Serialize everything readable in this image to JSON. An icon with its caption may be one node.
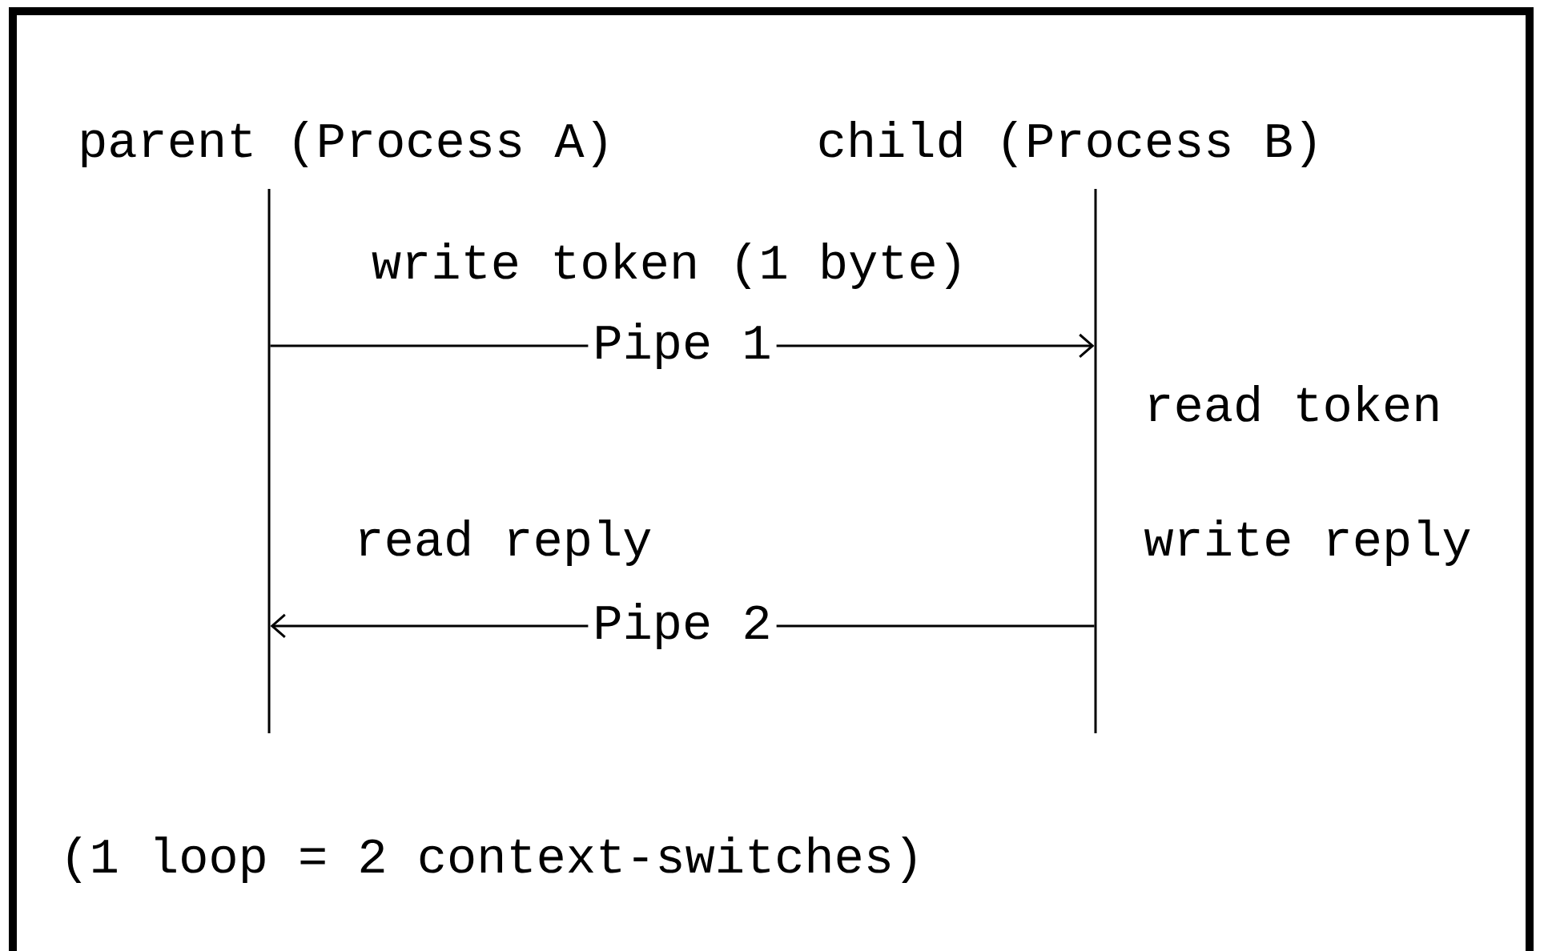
{
  "diagram": {
    "nodes": [
      {
        "text": [
          "parent (Process A)"
        ]
      },
      {
        "text": [
          "child (Process B)"
        ]
      },
      {
        "text": [],
        "shape": "bar"
      },
      {
        "text": [],
        "shape": "bar"
      }
    ],
    "edges": [
      {
        "from": 2,
        "to": 3,
        "arrow": "to",
        "label": "Pipe 1"
      },
      {
        "from": 3,
        "to": 2,
        "arrow": "to",
        "label": "Pipe 2"
      }
    ],
    "labels": [
      "write token (1 byte)",
      "read token",
      "read reply",
      "write reply",
      "(1 loop = 2 context-switches)"
    ]
  }
}
